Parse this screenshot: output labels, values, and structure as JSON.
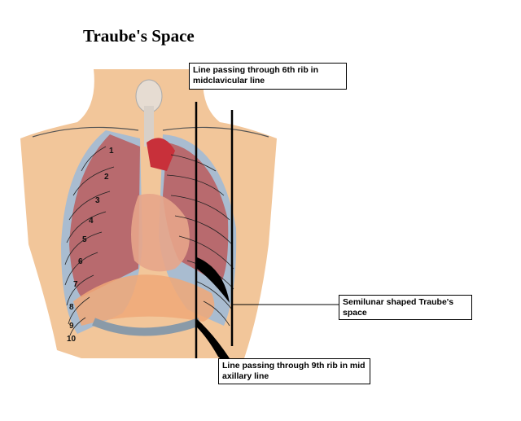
{
  "title": "Traube's Space",
  "labels": {
    "sixth_rib": "Line passing through 6th rib in midclavicular line",
    "traube_space": "Semilunar shaped Traube's space",
    "ninth_rib": "Line passing through 9th rib in mid axillary line"
  },
  "rib_numbers": [
    "1",
    "2",
    "3",
    "4",
    "5",
    "6",
    "7",
    "8",
    "9",
    "10"
  ],
  "colors": {
    "skin": "#f2c69a",
    "lung": "#b86a6e",
    "pleura": "#a9bcd0",
    "heart": "#e7a58a",
    "marker": "#000000"
  }
}
